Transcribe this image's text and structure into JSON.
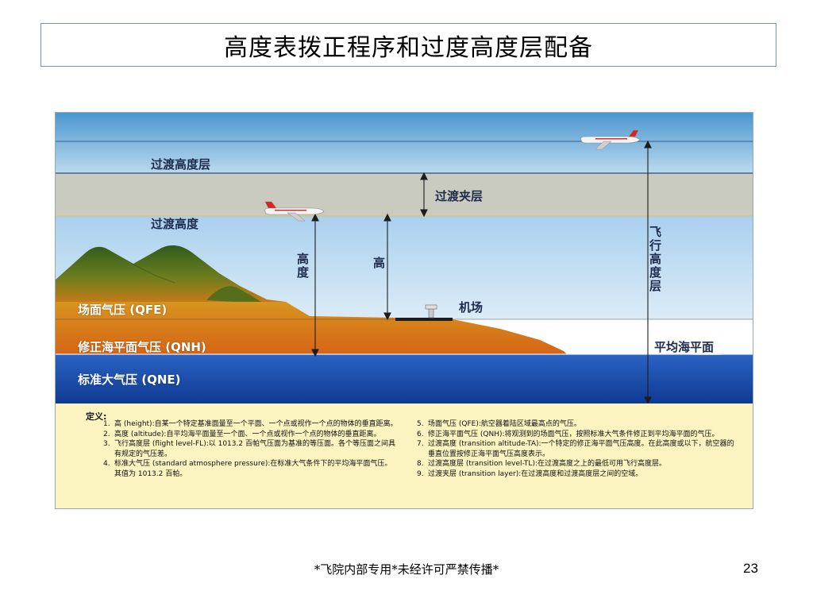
{
  "slide": {
    "title": "高度表拨正程序和过度高度层配备",
    "footer": "*飞院内部专用*未经许可严禁传播*",
    "page_number": "23"
  },
  "diagram": {
    "labels": {
      "transition_level": "过渡高度层",
      "transition_layer": "过渡夹层",
      "transition_altitude": "过渡高度",
      "height_vertical": "高度",
      "height": "高",
      "airport": "机场",
      "flight_level_vertical": "飞行高度层",
      "mean_sea_level": "平均海平面",
      "qfe": "场面气压 (QFE)",
      "qnh": "修正海平面气压 (QNH)",
      "qne": "标准大气压 (QNE)"
    },
    "colors": {
      "sky_top": "#4e9bd3",
      "sky_bottom": "#bcd9ef",
      "transition_band": "#c8cbbd",
      "terrain_orange": "#d86a18",
      "sea": "#1a4fb0",
      "definition_panel": "#fbf3c0"
    },
    "definitions": {
      "heading": "定义:",
      "left": [
        {
          "num": "1.",
          "text": "高 (height):自某一个特定基准面量至一个平面、一个点或视作一个点的物体的垂直距离。"
        },
        {
          "num": "2.",
          "text": "高度 (altitude):自平均海平面量至一个面、一个点或视作一个点的物体的垂直距离。"
        },
        {
          "num": "3.",
          "text": "飞行高度层 (flight level-FL):以 1013.2 百帕气压面为基准的等压面。各个等压面之间具有规定的气压差。"
        },
        {
          "num": "4.",
          "text": "标准大气压 (standard atmosphere pressure):在标准大气条件下的平均海平面气压。其值为 1013.2 百帕。"
        }
      ],
      "right": [
        {
          "num": "5.",
          "text": "场面气压 (QFE):航空器着陆区域最高点的气压。"
        },
        {
          "num": "6.",
          "text": "修正海平面气压 (QNH):将观测到的场面气压，按照标准大气条件修正到平均海平面的气压。"
        },
        {
          "num": "7.",
          "text": "过渡高度 (transition altitude-TA):一个特定的修正海平面气压高度。在此高度或以下，航空器的垂直位置按修正海平面气压高度表示。"
        },
        {
          "num": "8.",
          "text": "过渡高度层 (transition level-TL):在过渡高度之上的最低可用飞行高度层。"
        },
        {
          "num": "9.",
          "text": "过渡夹层 (transition layer):在过渡高度和过渡高度层之间的空域。"
        }
      ]
    }
  }
}
